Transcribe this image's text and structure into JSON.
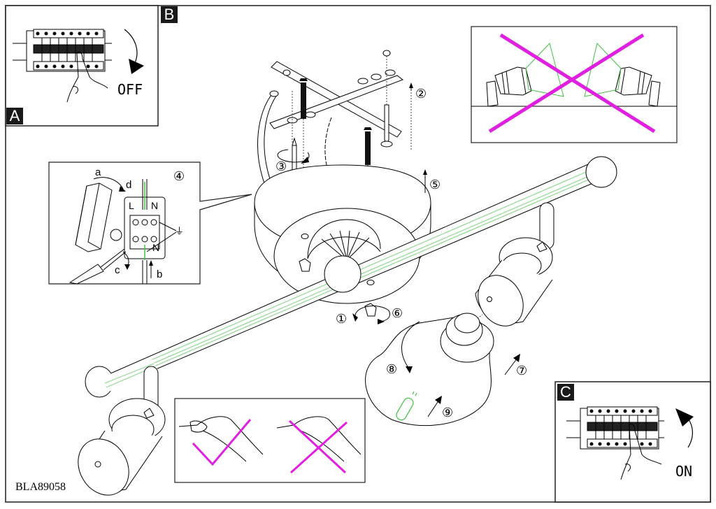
{
  "document": {
    "model_code": "BLA89058",
    "colors": {
      "line": "#000000",
      "warning_mark": "#e020e0",
      "light_beam": "#40c040",
      "rod_highlight": "#8fd88f",
      "badge_bg": "#1a1a1a"
    }
  },
  "panels": {
    "A": {
      "badge": "A"
    },
    "B": {
      "badge": "B",
      "label": "OFF",
      "icon": "circuit-breaker-icon"
    },
    "C": {
      "badge": "C",
      "label": "ON",
      "icon": "circuit-breaker-icon"
    },
    "wiring": {
      "step": "④",
      "letters": {
        "a": "a",
        "b": "b",
        "c": "c",
        "d": "d"
      },
      "terminals": {
        "live": "L",
        "neutral": "N",
        "neutral_bottom": "N",
        "earth": "⏚"
      }
    },
    "wrong_orientation": {
      "mark": "cross"
    },
    "bulb_handling": {
      "correct_mark": "check",
      "incorrect_mark": "cross"
    }
  },
  "steps": {
    "s1": "①",
    "s2": "②",
    "s3": "③",
    "s5": "⑤",
    "s6": "⑥",
    "s7": "⑦",
    "s8": "⑧",
    "s9": "⑨"
  }
}
